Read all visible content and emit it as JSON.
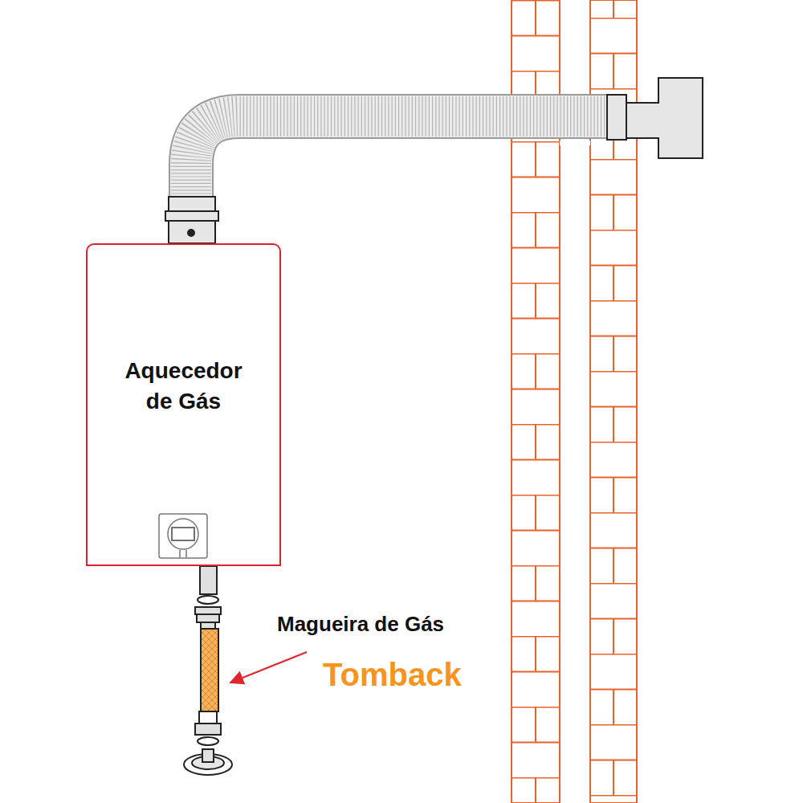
{
  "diagram": {
    "nodes": [
      {
        "text": [
          "Aquecedor de Gás"
        ]
      }
    ],
    "labels": [
      "Magueira de Gás",
      "Tomback"
    ]
  }
}
